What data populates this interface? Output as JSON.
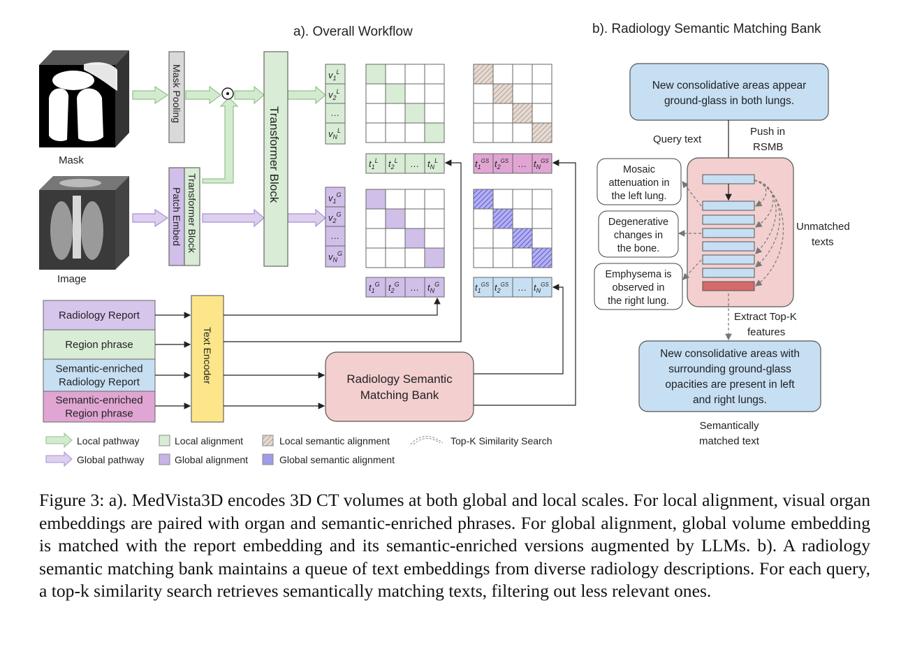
{
  "titles": {
    "workflow": "a). Overall Workflow",
    "bank": "b). Radiology Semantic Matching Bank"
  },
  "inputs": {
    "mask": "Mask",
    "image": "Image"
  },
  "blocks": {
    "mask_pooling": "Mask Pooling",
    "patch_embed": "Patch Embed",
    "transformer_small": "Transformer Block",
    "transformer_big": "Transformer Block",
    "text_encoder": "Text Encoder",
    "rsmb": "Radiology Semantic Matching Bank"
  },
  "text_inputs": [
    {
      "text": "Radiology Report",
      "fill": "#d7c6ec"
    },
    {
      "text": "Region phrase",
      "fill": "#d9edd6"
    },
    {
      "text": "Semantic-enriched Radiology Report",
      "fill": "#c7dff3"
    },
    {
      "text": "Semantic-enriched Region phrase",
      "fill": "#e0a5d3"
    }
  ],
  "visual_tokens": {
    "local": [
      "v1L",
      "v2L",
      "...",
      "vNL"
    ],
    "global": [
      "v1G",
      "v2G",
      "...",
      "vNG"
    ]
  },
  "text_tokens": {
    "local": [
      "t1L",
      "t2L",
      "...",
      "tNL"
    ],
    "local_semantic": [
      "t1GS",
      "t2GS",
      "...",
      "tNGS"
    ],
    "global": [
      "t1G",
      "t2G",
      "...",
      "tNG"
    ],
    "global_semantic": [
      "t1GS",
      "t2GS",
      "...",
      "tNGS"
    ]
  },
  "legend": [
    {
      "label": "Local pathway",
      "kind": "arrow",
      "color": "#cde6c9",
      "stroke": "#8fc487"
    },
    {
      "label": "Global pathway",
      "kind": "arrow",
      "color": "#d0bfe9",
      "stroke": "#a98fd4"
    },
    {
      "label": "Local alignment",
      "kind": "box",
      "color": "#d9edd6",
      "stroke": "#888"
    },
    {
      "label": "Global alignment",
      "kind": "box",
      "color": "#c9b4e6",
      "stroke": "#888"
    },
    {
      "label": "Local semantic alignment",
      "kind": "hatch-brown",
      "color": "#d9ccc3",
      "stroke": "#888"
    },
    {
      "label": "Global semantic alignment",
      "kind": "box",
      "color": "#9e9be8",
      "stroke": "#888"
    },
    {
      "label": "Top-K Similarity Search",
      "kind": "dashes",
      "color": "#888",
      "stroke": "#888"
    }
  ],
  "bank": {
    "query": "New consolidative areas appear ground-glass in both lungs.",
    "query_label": "Query text",
    "push_label": "Push in RSMB",
    "unmatched": [
      "Mosaic attenuation in the left lung.",
      "Degenerative changes in the bone.",
      "Emphysema is observed in the right lung."
    ],
    "unmatched_label": "Unmatched texts",
    "extract_label": "Extract Top-K features",
    "matched": "New consolidative areas with surrounding ground-glass opacities are present in left and right lungs.",
    "matched_label": "Semantically matched text"
  },
  "colors": {
    "green": "#d9edd6",
    "purple": "#d7c6ec",
    "blue": "#c7dff3",
    "pink": "#f3cfcf",
    "yellow": "#fde68a",
    "red": "#d46a6a"
  },
  "caption": "Figure 3: a). MedVista3D encodes 3D CT volumes at both global and local scales. For local alignment, visual organ embeddings are paired with organ and semantic-enriched phrases. For global alignment, global volume embedding is matched with the report embedding and its semantic-enriched versions augmented by LLMs. b). A radiology semantic matching bank maintains a queue of text embeddings from diverse radiology descriptions. For each query, a top-k similarity search retrieves semantically matching texts, filtering out less relevant ones."
}
